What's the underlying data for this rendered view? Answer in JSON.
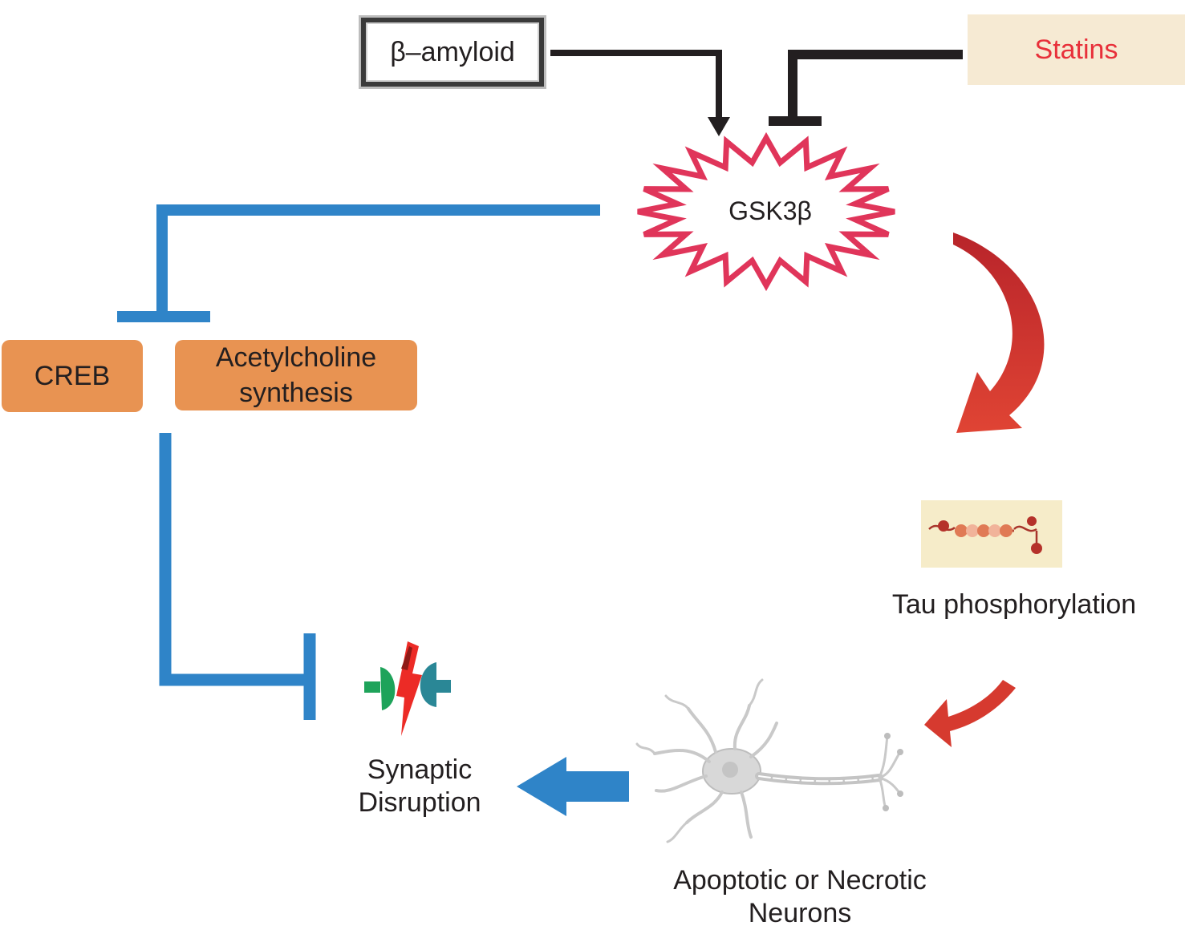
{
  "nodes": {
    "amyloid": "β–amyloid",
    "statins": "Statins",
    "gsk": "GSK3β",
    "creb": "CREB",
    "acetylcholine": "Acetylcholine synthesis",
    "tau": "Tau phosphorylation",
    "synaptic": "Synaptic Disruption",
    "neurons": "Apoptotic or Necrotic Neurons"
  },
  "colors": {
    "inhibit_blue": "#2f84c8",
    "gsk_star": "#e0355a",
    "flow_red": "#d63a2f",
    "box_orange": "#e89352",
    "statins_bg": "#f6ead3",
    "statins_text": "#e8303a"
  },
  "icons": {
    "tau": "tau-protein-icon",
    "synapse": "synapse-icon",
    "neuron": "neuron-icon"
  }
}
